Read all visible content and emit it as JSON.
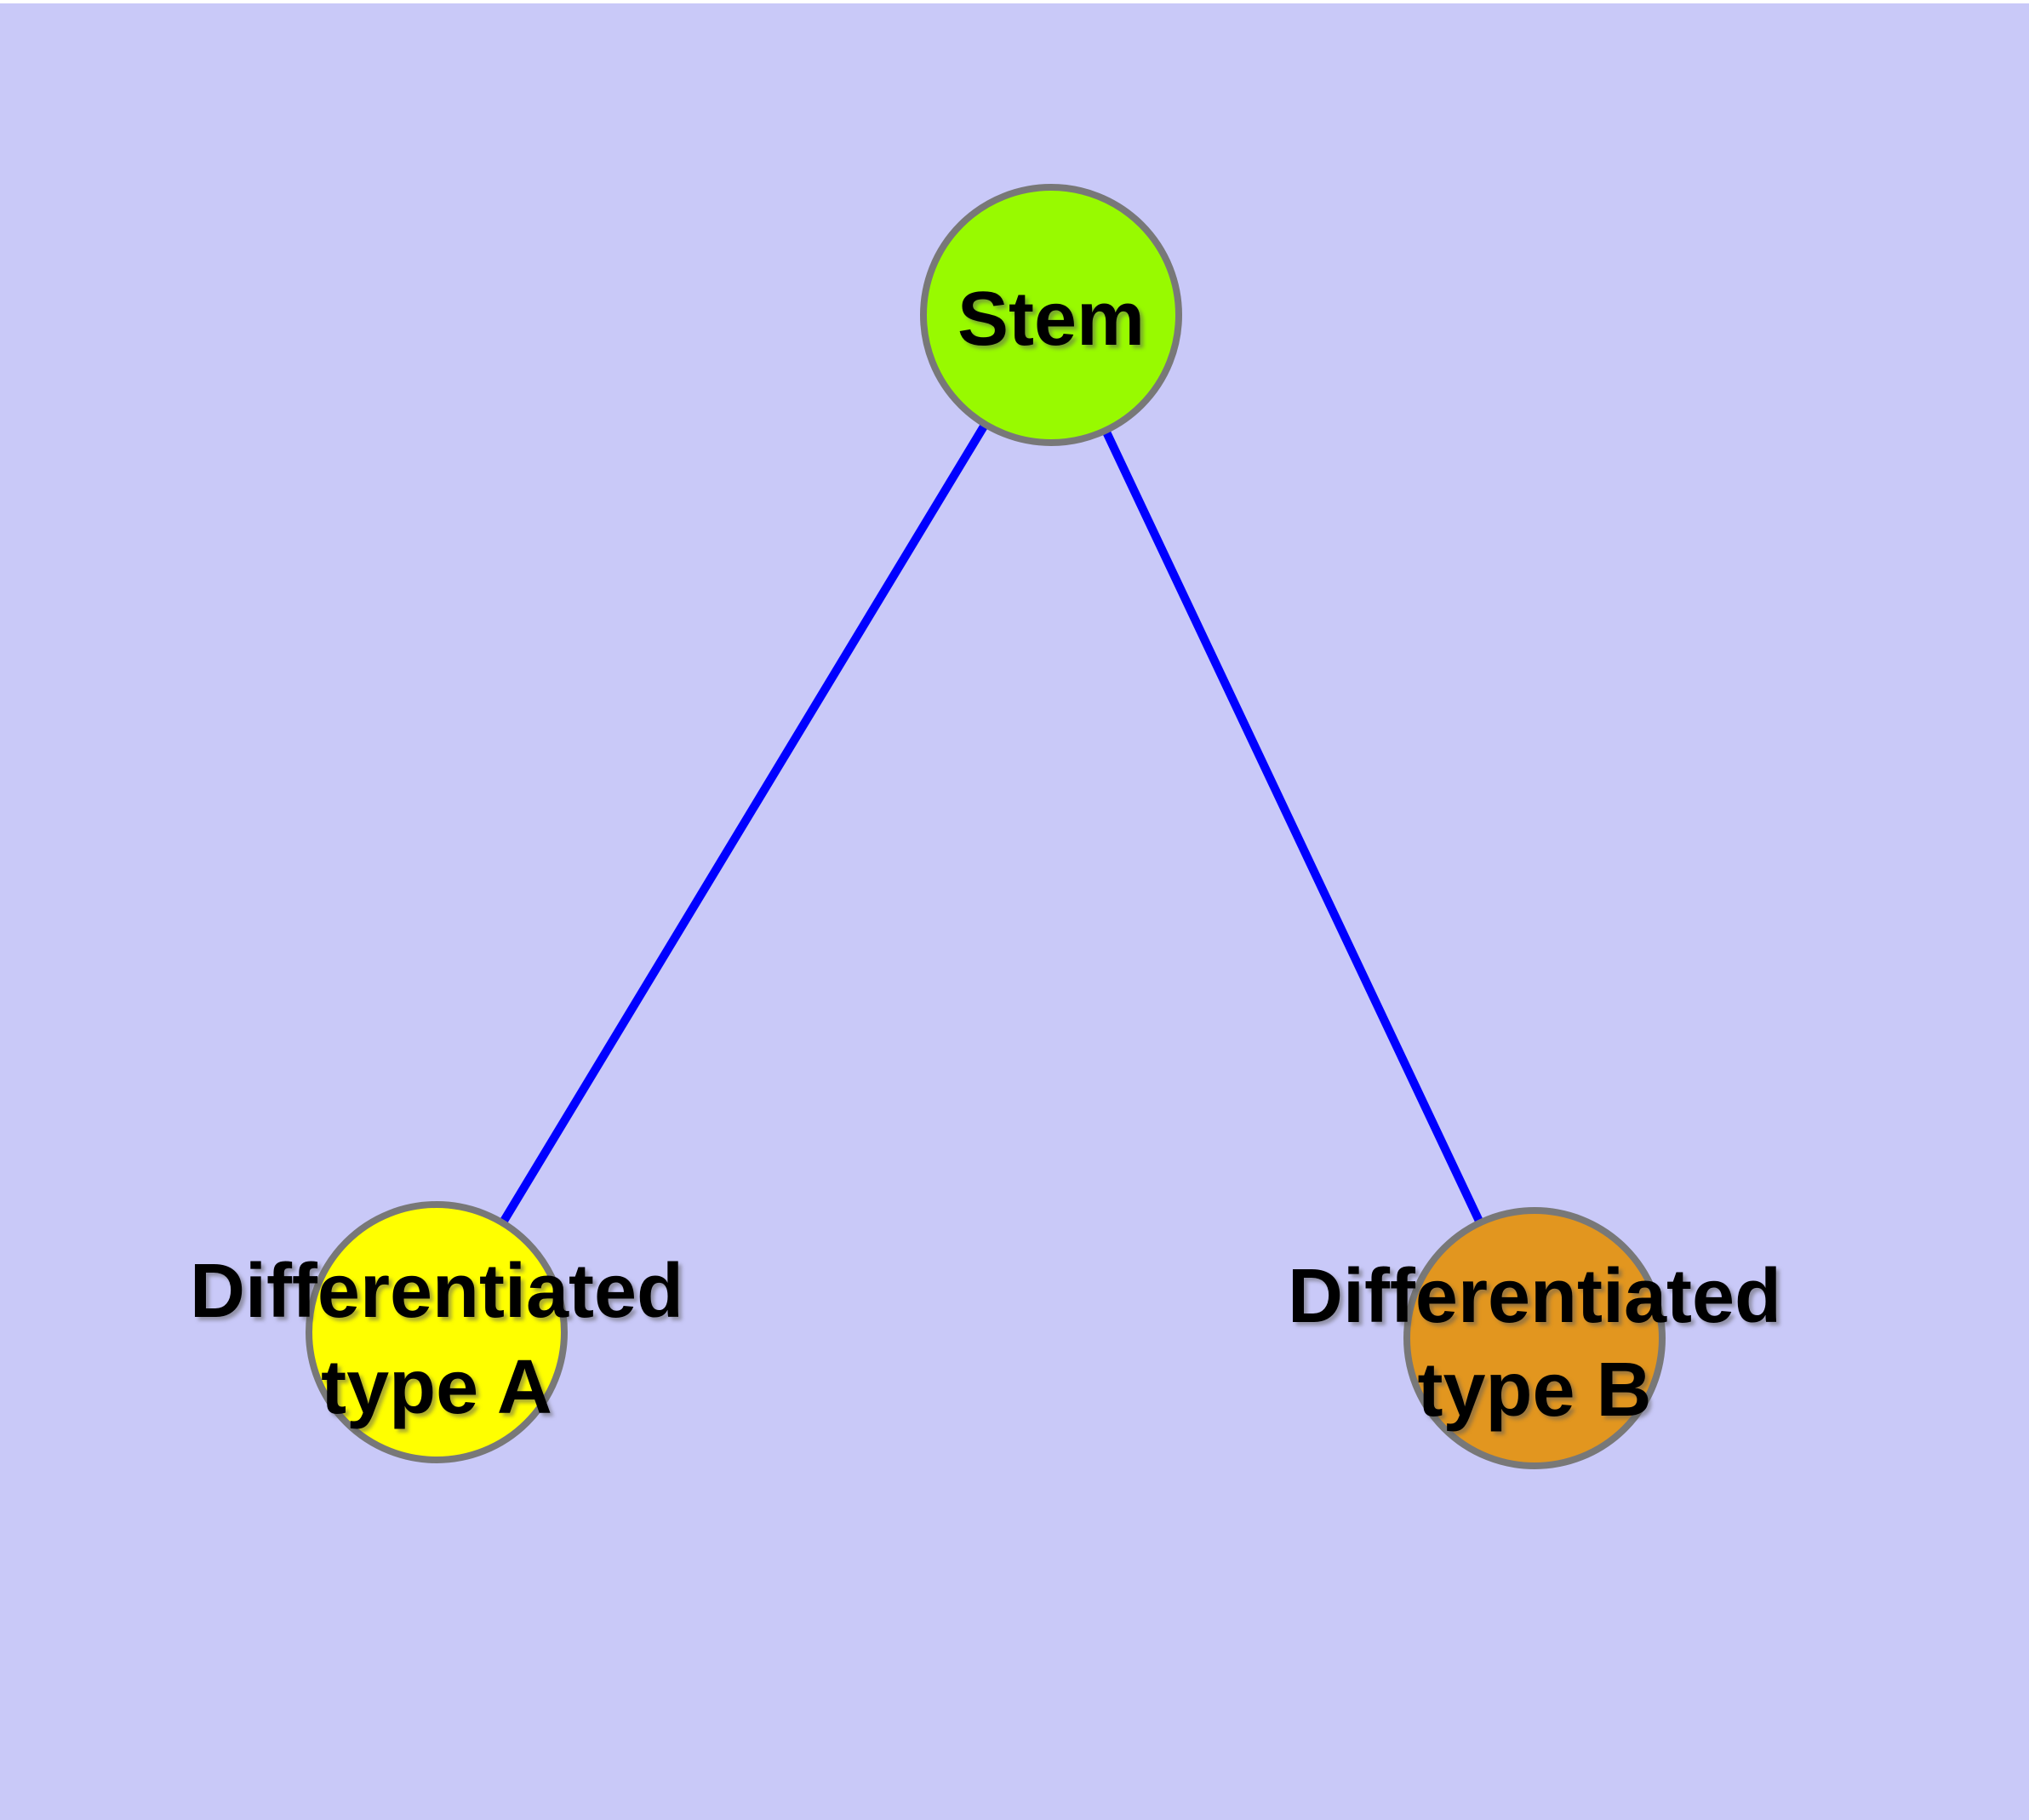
{
  "diagram": {
    "type": "node-link-graph",
    "background_color": "#c9c9f8",
    "top_margin_color": "#ffffff",
    "edge_color": "#0000ff",
    "node_border_color": "#787878",
    "label_color": "#000000",
    "nodes": [
      {
        "id": "stem",
        "label": "Stem",
        "label_lines": [
          "Stem"
        ],
        "fill": "#98fa00"
      },
      {
        "id": "differentiated-type-a",
        "label": "Differentiated type A",
        "label_lines": [
          "Differentiated",
          "type A"
        ],
        "fill": "#ffff00"
      },
      {
        "id": "differentiated-type-b",
        "label": "Differentiated type B",
        "label_lines": [
          "Differentiated",
          "type B"
        ],
        "fill": "#e2961f"
      }
    ],
    "edges": [
      {
        "from": "Stem",
        "to": "Differentiated type A"
      },
      {
        "from": "Stem",
        "to": "Differentiated type B"
      }
    ]
  }
}
